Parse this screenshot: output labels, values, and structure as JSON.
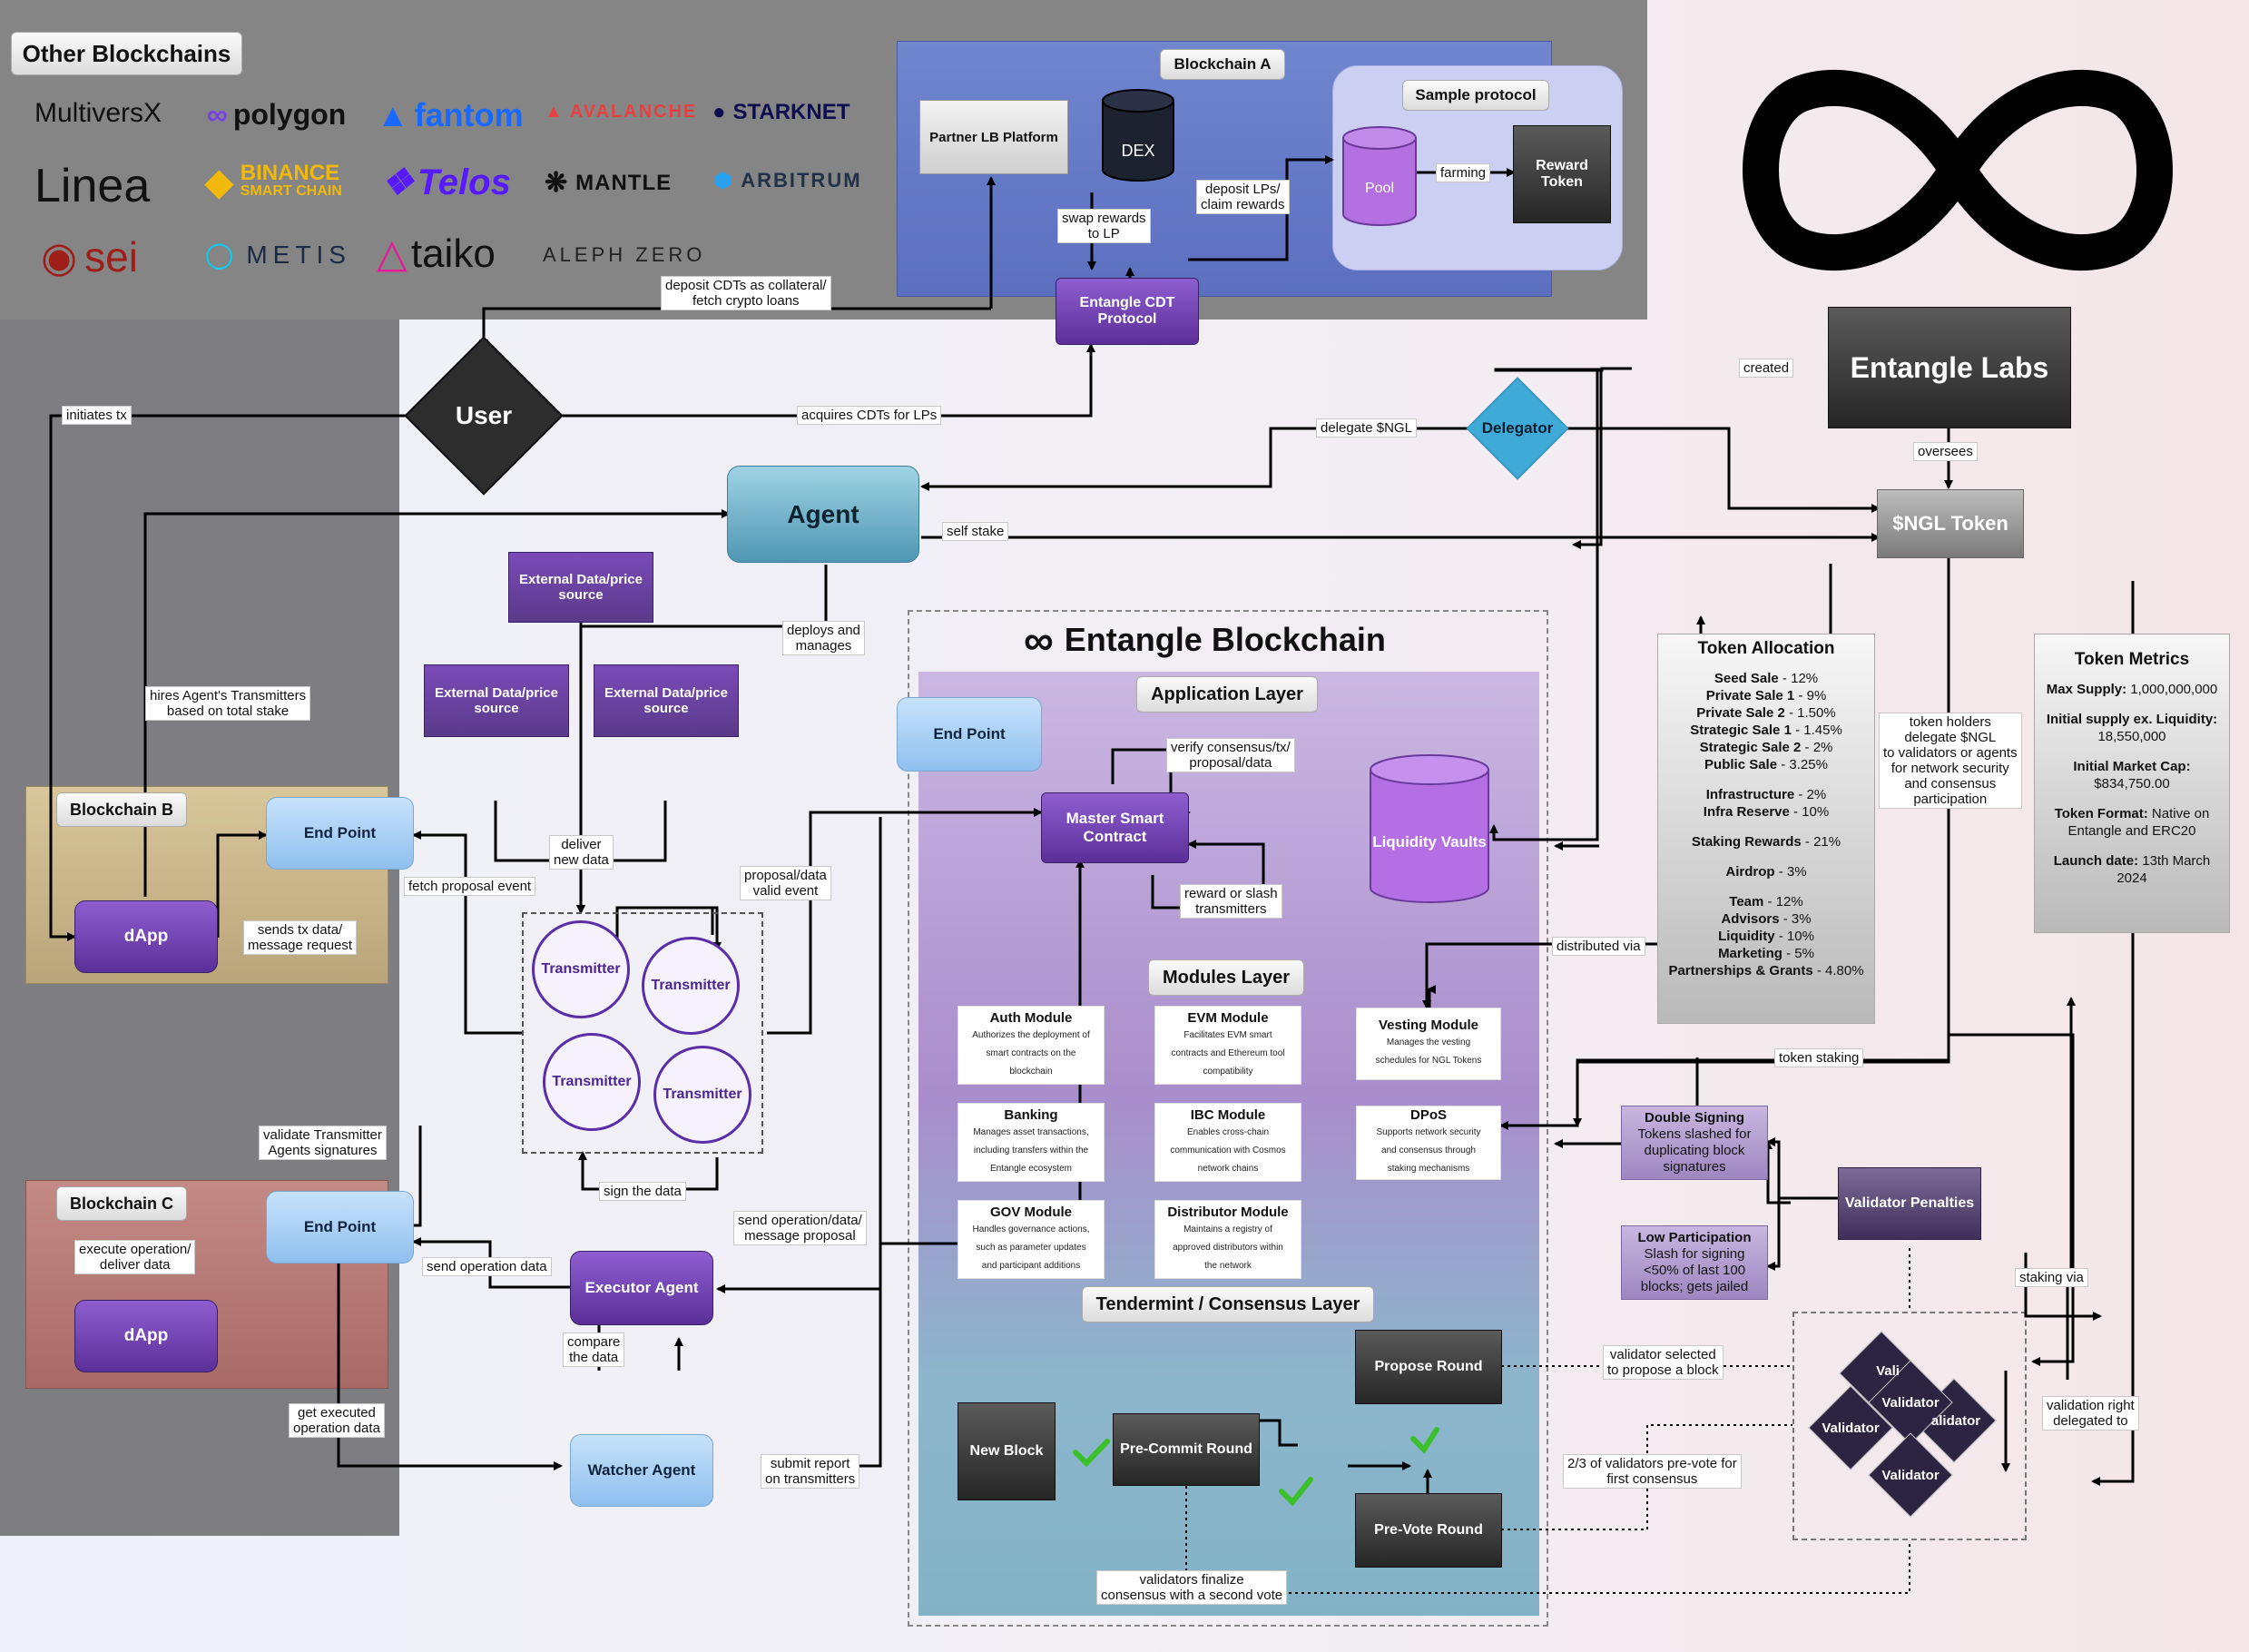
{
  "title": "Entangle Blockchain",
  "regions": {
    "other_blockchains": "Other Blockchains",
    "blockchain_a": "Blockchain A",
    "sample_protocol": "Sample protocol",
    "blockchain_b": "Blockchain B",
    "blockchain_c": "Blockchain C"
  },
  "chain_logos": [
    "MultiversX",
    "polygon",
    "fantom",
    "AVALANCHE",
    "STARKNET",
    "Linea",
    "BINANCE",
    "SMART CHAIN",
    "Telos",
    "MANTLE",
    "ARBITRUM",
    "sei",
    "METIS",
    "taiko",
    "ALEPH ZERO"
  ],
  "nodes": {
    "partner_lb": "Partner LB Platform",
    "dex": "DEX",
    "pool": "Pool",
    "reward_token": "Reward\nToken",
    "cdt_protocol": "Entangle CDT\nProtocol",
    "user": "User",
    "agent": "Agent",
    "delegator": "Delegator",
    "entangle_labs": "Entangle Labs",
    "ngl_token": "$NGL Token",
    "ext_data_1": "External Data/price\nsource",
    "ext_data_2": "External Data/price\nsource",
    "ext_data_3": "External Data/price\nsource",
    "end_point_b": "End Point",
    "dapp_b": "dApp",
    "end_point_c": "End Point",
    "dapp_c": "dApp",
    "transmitter": "Transmitter",
    "executor_agent": "Executor Agent",
    "watcher_agent": "Watcher Agent",
    "end_point_app": "End Point",
    "master_contract": "Master Smart\nContract",
    "liquidity_vaults": "Liquidity Vaults",
    "new_block": "New Block",
    "pre_commit": "Pre-Commit Round",
    "propose_round": "Propose Round",
    "pre_vote": "Pre-Vote Round",
    "validator_penalties": "Validator Penalties",
    "validator": "Validator",
    "valid_partial": "Vali",
    "validator_partial": "alidator"
  },
  "layers": {
    "application": "Application Layer",
    "modules": "Modules Layer",
    "consensus": "Tendermint / Consensus Layer"
  },
  "modules": [
    {
      "title": "Auth Module",
      "desc": "Authorizes the deployment of\nsmart contracts on the\nblockchain"
    },
    {
      "title": "EVM Module",
      "desc": "Facilitates EVM smart\ncontracts and Ethereum tool\ncompatibility"
    },
    {
      "title": "Vesting Module",
      "desc": "Manages the vesting\nschedules for NGL Tokens"
    },
    {
      "title": "Banking",
      "desc": "Manages asset transactions,\nincluding transfers within the\nEntangle ecosystem"
    },
    {
      "title": "IBC Module",
      "desc": "Enables cross-chain\ncommunication with Cosmos\nnetwork chains"
    },
    {
      "title": "DPoS",
      "desc": "Supports network security\nand consensus through\nstaking mechanisms"
    },
    {
      "title": "GOV Module",
      "desc": "Handles governance actions,\nsuch as parameter updates\nand participant additions"
    },
    {
      "title": "Distributor Module",
      "desc": "Maintains a registry of\napproved distributors within\nthe network"
    }
  ],
  "penalties": {
    "double_title": "Double Signing",
    "double_desc": "Tokens slashed for\nduplicating block\nsignatures",
    "low_title": "Low Participation",
    "low_desc": "Slash for signing\n<50% of last 100\nblocks; gets jailed"
  },
  "token_allocation": {
    "title": "Token Allocation",
    "rows": [
      {
        "label": "Seed Sale",
        "value": " - 12%"
      },
      {
        "label": "Private Sale 1",
        "value": " - 9%"
      },
      {
        "label": "Private Sale 2",
        "value": " - 1.50%"
      },
      {
        "label": "Strategic Sale 1",
        "value": " - 1.45%"
      },
      {
        "label": "Strategic Sale 2",
        "value": " - 2%"
      },
      {
        "label": "Public Sale",
        "value": " - 3.25%"
      },
      {
        "label": "Infrastructure",
        "value": " - 2%"
      },
      {
        "label": "Infra Reserve",
        "value": " - 10%"
      },
      {
        "label": "Staking Rewards",
        "value": " - 21%"
      },
      {
        "label": "Airdrop",
        "value": " - 3%"
      },
      {
        "label": "Team",
        "value": " - 12%"
      },
      {
        "label": "Advisors",
        "value": " - 3%"
      },
      {
        "label": "Liquidity",
        "value": " - 10%"
      },
      {
        "label": "Marketing",
        "value": " - 5%"
      },
      {
        "label": "Partnerships & Grants",
        "value": " - 4.80%"
      }
    ]
  },
  "token_metrics": {
    "title": "Token Metrics",
    "max_supply_label": "Max Supply:",
    "max_supply_value": " 1,000,000,000",
    "initial_supply_label": "Initial supply ex. Liquidity:",
    "initial_supply_value": "18,550,000",
    "market_cap_label": "Initial Market Cap:",
    "market_cap_value": "$834,750.00",
    "format_label": "Token Format:",
    "format_value": " Native on Entangle and ERC20",
    "launch_label": "Launch date:",
    "launch_value": " 13th March 2024"
  },
  "edge_labels": {
    "swap_rewards": "swap rewards\nto LP",
    "deposit_lps": "deposit LPs/\nclaim rewards",
    "farming": "farming",
    "deposit_cdts": "deposit CDTs as collateral/\nfetch crypto loans",
    "initiates_tx": "initiates tx",
    "acquires_cdts": "acquires CDTs for LPs",
    "created": "created",
    "delegate_ngl": "delegate $NGL",
    "oversees": "oversees",
    "self_stake": "self stake",
    "hires": "hires Agent's Transmitters\nbased on total stake",
    "deploys": "deploys and\nmanages",
    "deliver": "deliver\nnew data",
    "fetch_proposal": "fetch proposal event",
    "sends_tx": "sends tx data/\nmessage request",
    "proposal_valid": "proposal/data\nvalid event",
    "verify_consensus": "verify consensus/tx/\nproposal/data",
    "reward_slash": "reward or slash\ntransmitters",
    "token_holders": "token holders\ndelegate $NGL\nto validators or agents\nfor network security\nand consensus\nparticipation",
    "distributed_via": "distributed via",
    "token_staking": "token staking",
    "validate_sigs": "validate Transmitter\nAgents signatures",
    "execute_op": "execute operation/\ndeliver data",
    "sign_data": "sign the data",
    "send_op_proposal": "send operation/data/\nmessage proposal",
    "send_op_data": "send operation data",
    "compare": "compare\nthe data",
    "get_executed": "get executed\noperation data",
    "submit_report": "submit report\non transmitters",
    "staking_via": "staking via",
    "validator_selected": "validator selected\nto propose a block",
    "validation_right": "validation right\ndelegated to",
    "two_thirds": "2/3 of validators pre-vote for\nfirst consensus",
    "finalize": "validators finalize\nconsensus with a second vote"
  },
  "colors": {
    "accent_purple": "#5b2f99",
    "agent_blue": "#5fa8c2",
    "delegator_blue": "#3fa9d8",
    "check_green": "#3bbf2b"
  }
}
